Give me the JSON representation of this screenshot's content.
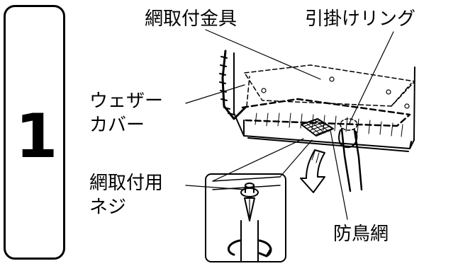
{
  "step": {
    "number": "1"
  },
  "labels": {
    "net_bracket": "網取付金具",
    "hook_ring": "引掛けリング",
    "weather_cover_1": "ウェザー",
    "weather_cover_2": "カバー",
    "net_screw_1": "網取付用",
    "net_screw_2": "ネジ",
    "bird_net": "防鳥網"
  },
  "colors": {
    "line": "#000000",
    "background": "#ffffff"
  }
}
